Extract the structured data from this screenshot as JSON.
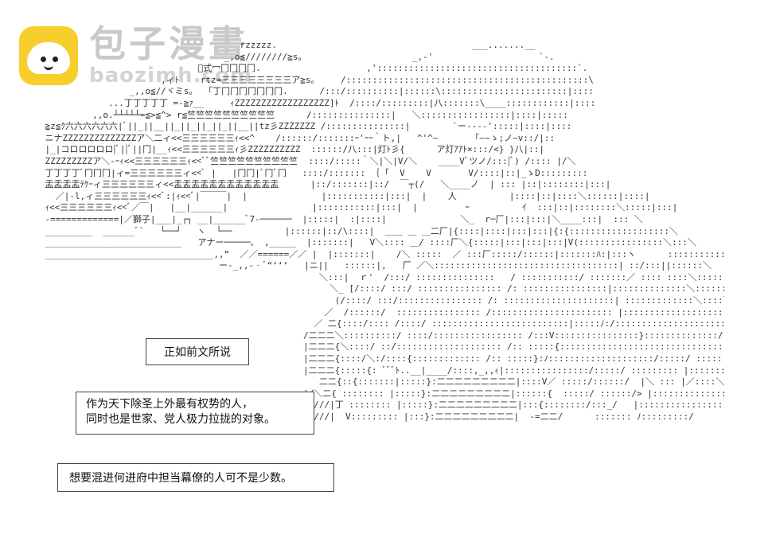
{
  "watermark": {
    "icon": "baozi-bun-icon",
    "title": "包子漫畫",
    "domain": "baozimh.com"
  },
  "ascii_art": "                                         rzzzzz.                                     ___.......__\n                                      _,o≦////////≧s。                    _,-'                    `-.\n                                 ﾞ式冖冂冂冂冂.                    ,'::::::::::::::::::::::::::::::::::::::`.\n                          ,ィﾄ    rtz=三三三三三三三三ア≧s。    /::::::::::::::::::::::::::::::::::::::::::::::\\\n                    _,,o≦//ヾミs。  ｢丁冂冂冂冂冂冂冂.      /:::/::::::::::|::::::\\::::::::::::::::::::::::|::::\n                ...丁丁丁丁丁 =-≧ｧ__     ｨZZZZZZZZZZZZZZZZZZ]ﾄ  /::::/:::::::::|八:::::::\\____::::::::::::|::::\n             ,,o.┴┴┴┴┴=≦>≦^> r≦竺竺竺竺竺竺竺竺竺竺      /:::::::::::::::|   ＼:::::::::::::::::|::::|:::::\n    ≧z≦ｸ六六六六六六|ﾞ||_||__||_||_||_||_||__||tz彡ZZZZZZZ /:::::::::::::::|        `ー----':::::|::::|::::\n    ニナZZZZZZZZZZZZZZア＼二ィ<<三三三三三三ｨ<<^    /::::::/:::::::ｰ'ｰｰ｀ト,|   ^'^~       ｢~~ゝ;ノ~v::/|::\n    |_|コロロロロロ|ﾞ||ﾞ||冂|__ｨ<<三三三三三三ｨ彡ZZZZZZZZZZ  ::::::/八:::|灯ﾄ彡{      ア灯ｱｱﾄ×:::/<} }八|::|\n    ZZZZZZZZZア＼-ｰｨ<<三三三三三三ｨ<<ﾞﾞ竺竺竺竺竺竺竺竺竺竺  ::::/:::::｀＼|＼|V/＼    ____Vﾞツノ/:::|ﾞ) /:::: |/＼\n    丁丁丁丁ﾞ冂冂冂|ィ=三三三三三三ィ<<ﾞ |   |冂冂|ﾞ冂ﾞ冂   ::::/::::::: ｛ ｢  V    V       V/::::|::|_ゝD:::::::::\n    盂盂盂盂ﾃｹｰィ三三三三三三ィ<<盂盂盂盂盂盂盂盂盂盂盂盂      |::/:::::::|::/  ￣┬(/   ＼____ノ  | ::: |::|::::::::|:::|\n      ／|-l,ィ三三三三三三ｨ<<ﾞ:|ｨ<<ﾞ|￣￣￣|  |              |:::::::::::|:::|  |    人          |::::|::|::::＼::::::|::::|\n    ｨ<<三三三三三三ｨ<<ﾞ／￣|   |__|______|                |:::::::::::|:::|  |         ｰ          ｲ  :::|::|::::::::＼:::::|:::|\n    -=============|／獅子|___|_┌┐ __|______ﾞ7-──────  |:::::|  :|::::|              ＼_  r─厂|:::|:::|＼____:::|  ::: ＼\n    _________  ______ﾞ`   └──┘   ヽ  └──          |::::::|::/\\::::|  ＿＿ ＿ ＿二厂|{::::|::::|:::|:::|{:{:::::::::::::::::::＼\n    __________________________   アナー─────、 ,_____  |:::::::|   V＼:::: ＿/ ::::厂＼{:::::|:::|:::|:::|V(::::::::::::::::＼:::＼\n    ________________________________,,“  ／／======／／ |  |:::::::|    /＼ :::::  ／ :::厂:::::/::::::|:::::::ﾊ:|:::ヽ      ::::::::::::::＼::::|\n                                     ー-_,,-‐ﾞ“‘‘‘   |ニ||   ::::::|,   厂 ／＼:::::::::::::::::::::::::::::::::::| ::/:::||::::::＼     ::::::::::V:／＼\n                                                        ＼:::|  ｒ'  /:::/ :::::::::::::::   / :::::::::::/ :::::::／ :::: ::::＼::::::＼  ::::::::::::::＼\n                                                          ＼_ [/::::/ :::/ :::::::::::::::: /: ::::::::::::::::|::::::::::::::＼::::::::::＼  :: ]::::::::|\n                                                           (/::::/ :::/:::::::::::::::: /: :::::::::::::::::::::| :::::::::::::＼::::＼::::::::＼  ]::::::::\n                                                         ／  /::::::/  :::::::::::::::: /::::::::::::::::::::::: |::::::::::::::::::::::::::::::::::::::::::::V::::/\n                                                       ／ 二{::::/:::: /::::/ ::::::::::::::::::::::::::|:::::ﾉ:/::::::::::::::::::::::＼::::::: ﾊ::::/:∧\n                                                     /二二二＼::::::::::/ ::::/::::::::::::::::: /:::V::::::::::::::::}::::::::::::::/::::::::ヽ\n                                                     |二二二{＼::::/ ::/:::::::::::::::::::: /:: :::::{:::::::::::::::::::::::::::::::::: |::::::::|\n                                                     |二二二{::::/＼:/::::{::::::::::::: /:: :::::}:ﾉ::::::::::::::::::::/:::::/ :::::: |::::::::|\n                                                     |二二二{:::::{: ﾞﾞﾞﾄ..__|____/::::,_,,ｨ|::::::::::::::::/:::::/ ::::::::: |::::::::|\n                                                        二二{::{:::::::|:::::}:二二二二二二二二二|::::V／ :::::/::::::/  |＼ ::: |／::::＼\n                                                     |/＼二{ :::::::: |:::::}:二二二二二二二二二|::::::{  :::::/ ::::::/> |:::::::::::::::::::|\n                                                       ///|丁 :::::::: |:::::}:二二二二二二二二二|:::{::::::::/:::_/   |:::::::::::::::::::|\n                                                      V///|  V::::::::: |:::}:二二二二二二二二二|  -=二二/      ::::::: ﾉ:::::::::/",
  "boxes": {
    "box1": "正如前文所说",
    "box2_line1": "作为天下除圣上外最有权势的人，",
    "box2_line2": "同时也是世家、党人极力拉拢的对象。",
    "box3": "想要混进何进府中担当幕僚的人可不是少数。"
  }
}
